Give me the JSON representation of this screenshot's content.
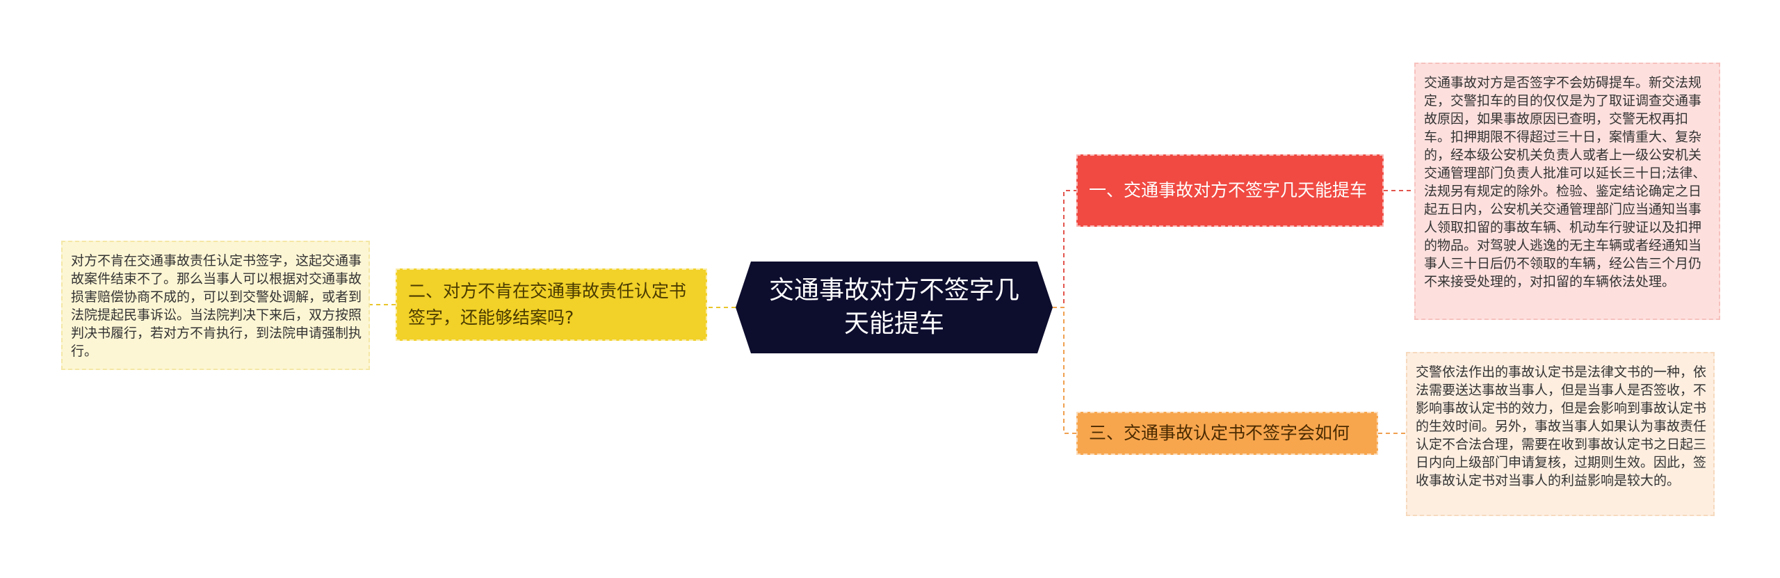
{
  "root": {
    "title": "交通事故对方不签字几天能提车"
  },
  "branches": [
    {
      "label": "一、交通事故对方不签字几天能提车",
      "color": "#f04a42",
      "detail": "交通事故对方是否签字不会妨碍提车。新交法规定，交警扣车的目的仅仅是为了取证调查交通事故原因，如果事故原因已查明，交警无权再扣车。扣押期限不得超过三十日，案情重大、复杂的，经本级公安机关负责人或者上一级公安机关交通管理部门负责人批准可以延长三十日;法律、法规另有规定的除外。检验、鉴定结论确定之日起五日内，公安机关交通管理部门应当通知当事人领取扣留的事故车辆、机动车行驶证以及扣押的物品。对驾驶人逃逸的无主车辆或者经通知当事人三十日后仍不领取的车辆，经公告三个月仍不来接受处理的，对扣留的车辆依法处理。"
    },
    {
      "label": "二、对方不肯在交通事故责任认定书签字，还能够结案吗?",
      "color": "#f2d128",
      "detail": "对方不肯在交通事故责任认定书签字，这起交通事故案件结束不了。那么当事人可以根据对交通事故损害赔偿协商不成的，可以到交警处调解，或者到法院提起民事诉讼。当法院判决下来后，双方按照判决书履行，若对方不肯执行，到法院申请强制执行。"
    },
    {
      "label": "三、交通事故认定书不签字会如何",
      "color": "#f7a64e",
      "detail": "交警依法作出的事故认定书是法律文书的一种，依法需要送达事故当事人，但是当事人是否签收，不影响事故认定书的效力，但是会影响到事故认定书的生效时间。另外，事故当事人如果认为事故责任认定不合法合理，需要在收到事故认定书之日起三日内向上级部门申请复核，过期则生效。因此，签收事故认定书对当事人的利益影响是较大的。"
    }
  ]
}
